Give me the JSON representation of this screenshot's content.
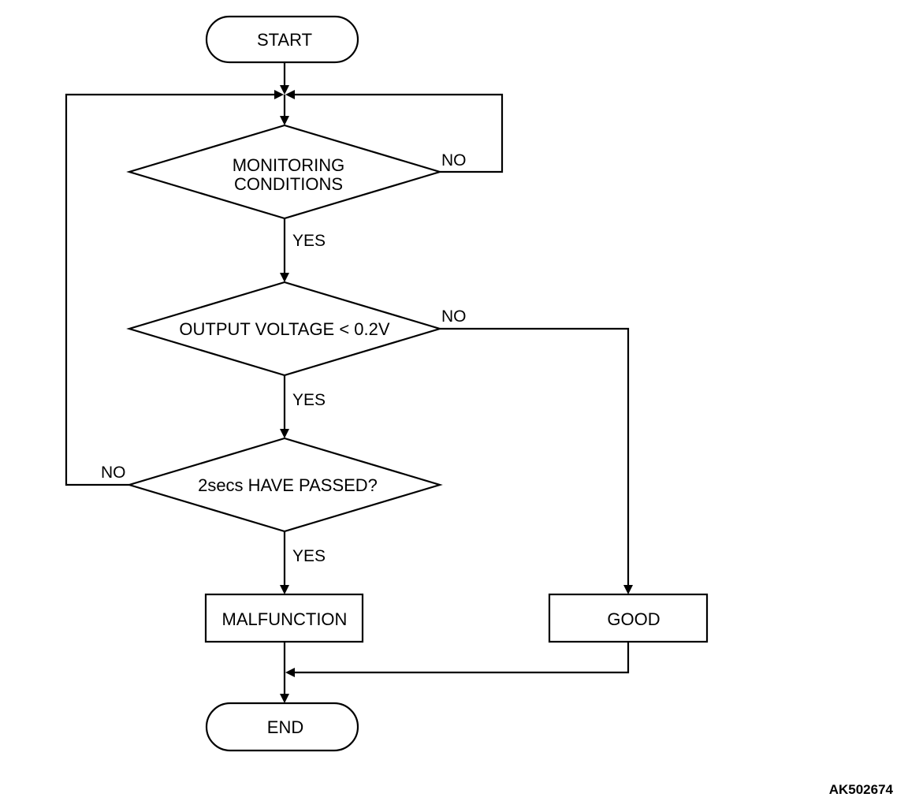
{
  "nodes": {
    "start": "START",
    "monitoring_line1": "MONITORING",
    "monitoring_line2": "CONDITIONS",
    "output_voltage": "OUTPUT VOLTAGE < 0.2V",
    "two_secs": "2secs HAVE PASSED?",
    "malfunction": "MALFUNCTION",
    "good": "GOOD",
    "end": "END"
  },
  "edge_labels": {
    "monitoring_no": "NO",
    "monitoring_yes": "YES",
    "voltage_no": "NO",
    "voltage_yes": "YES",
    "two_secs_no": "NO",
    "two_secs_yes": "YES"
  },
  "figure_id": "AK502674"
}
